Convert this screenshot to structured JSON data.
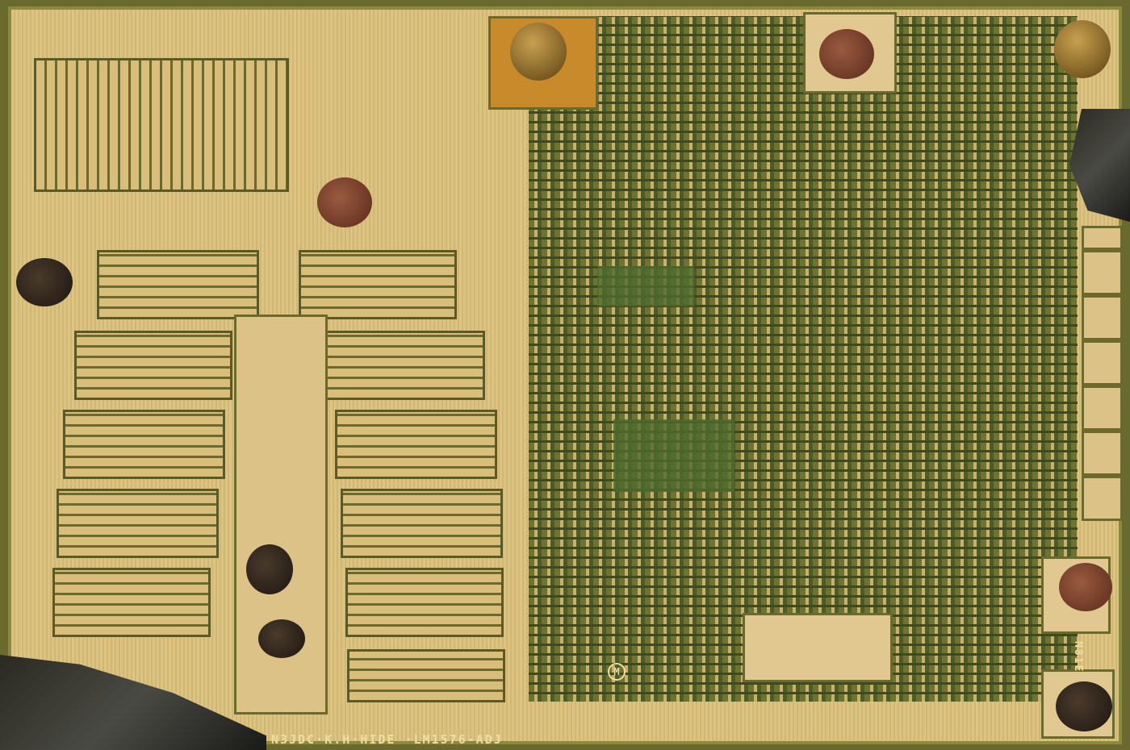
{
  "die_markings": {
    "bottom_text": "N3JDC·K.H·HIDE ·LM1576-ADJ",
    "right_text": "N81E",
    "logo_letter": "M"
  },
  "colors": {
    "metal": "#d9bf7c",
    "routing": "#4f5a24",
    "bond_pad": "#8a4a30"
  }
}
